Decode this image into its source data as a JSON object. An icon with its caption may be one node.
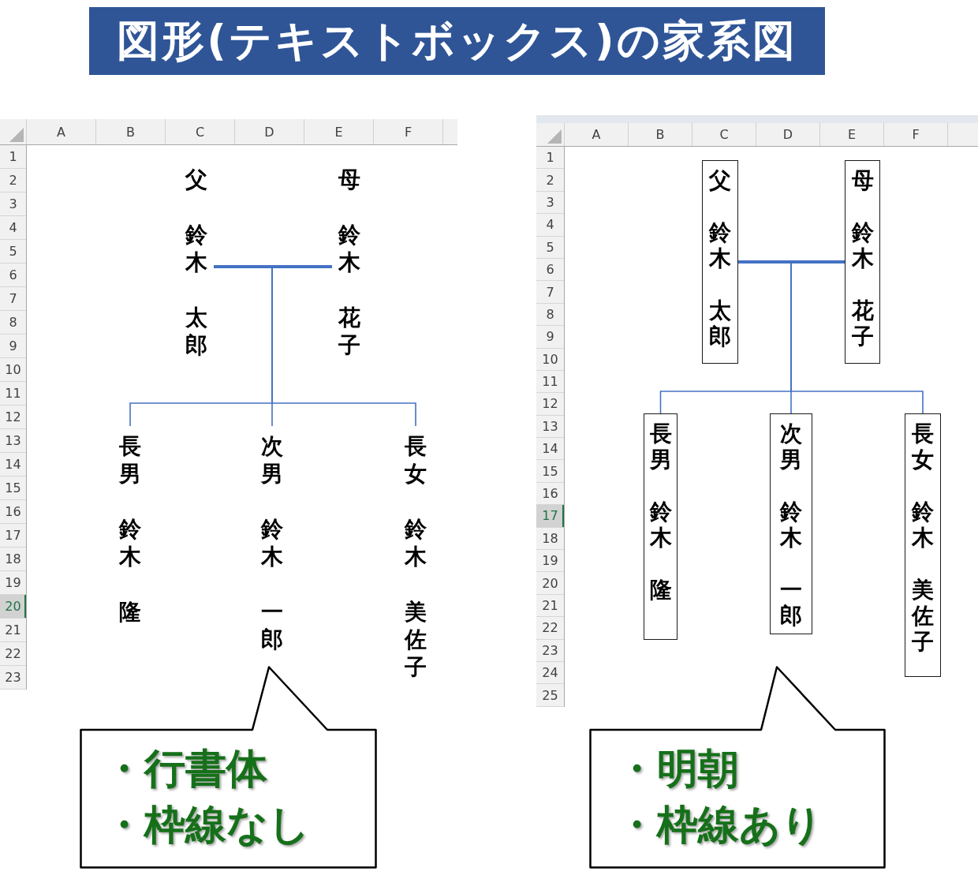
{
  "diagram": {
    "title": "図形(テキストボックス)の家系図",
    "nodes": [
      {
        "text": [
          "父",
          "鈴木",
          "太郎"
        ]
      },
      {
        "text": [
          "母",
          "鈴木",
          "花子"
        ]
      },
      {
        "text": [
          "長男",
          "鈴木",
          "隆"
        ]
      },
      {
        "text": [
          "次男",
          "鈴木",
          "一郎"
        ]
      },
      {
        "text": [
          "長女",
          "鈴木",
          "美佐子"
        ]
      },
      {
        "text": [
          "・行書体",
          "・枠線なし"
        ]
      },
      {
        "text": [
          "父",
          "鈴木",
          "太郎"
        ]
      },
      {
        "text": [
          "母",
          "鈴木",
          "花子"
        ]
      },
      {
        "text": [
          "長男",
          "鈴木",
          "隆"
        ]
      },
      {
        "text": [
          "次男",
          "鈴木",
          "一郎"
        ]
      },
      {
        "text": [
          "長女",
          "鈴木",
          "美佐子"
        ]
      },
      {
        "text": [
          "・明朝",
          "・枠線あり"
        ]
      }
    ],
    "edges": [
      {
        "from": 0,
        "to": 1,
        "arrow": "none",
        "style": "thick"
      },
      {
        "from": null,
        "to": 2,
        "arrow": "none"
      },
      {
        "from": null,
        "to": 3,
        "arrow": "none"
      },
      {
        "from": null,
        "to": 4,
        "arrow": "none"
      },
      {
        "from": 6,
        "to": 7,
        "arrow": "none",
        "style": "thick"
      },
      {
        "from": null,
        "to": 8,
        "arrow": "none"
      },
      {
        "from": null,
        "to": 9,
        "arrow": "none"
      },
      {
        "from": null,
        "to": 10,
        "arrow": "none"
      }
    ],
    "labels": [
      "A",
      "B",
      "C",
      "D",
      "E",
      "F",
      "1",
      "2",
      "3",
      "4",
      "5",
      "6",
      "7",
      "8",
      "9",
      "10",
      "11",
      "12",
      "13",
      "14",
      "15",
      "16",
      "17",
      "18",
      "19",
      "20",
      "21",
      "22",
      "23",
      "A",
      "B",
      "C",
      "D",
      "E",
      "F",
      "1",
      "2",
      "3",
      "4",
      "5",
      "6",
      "7",
      "8",
      "9",
      "10",
      "11",
      "12",
      "13",
      "14",
      "15",
      "16",
      "17",
      "18",
      "19",
      "20",
      "21",
      "22",
      "23",
      "24",
      "25"
    ]
  }
}
